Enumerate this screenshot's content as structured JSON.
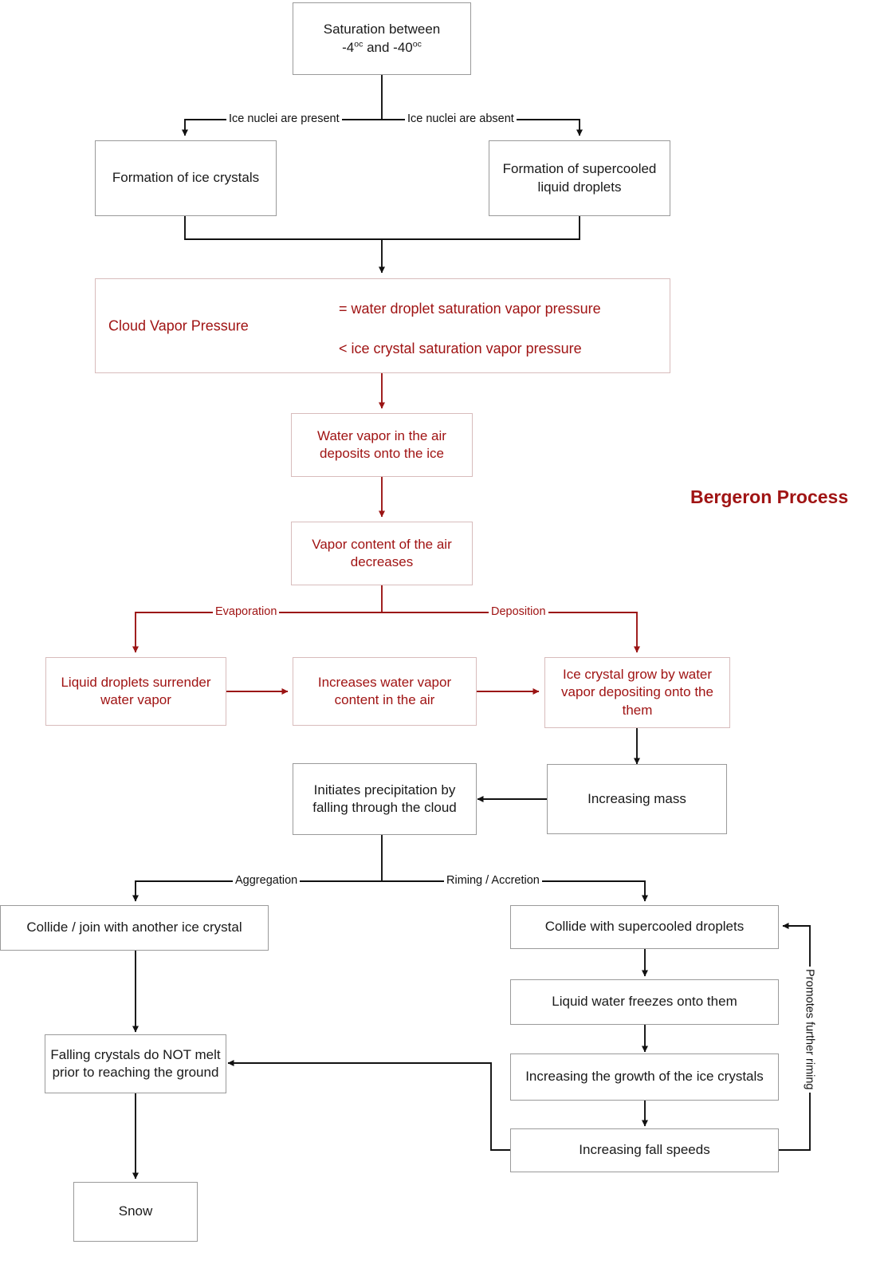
{
  "title": "Bergeron Process",
  "colors": {
    "red_text": "#a01414",
    "red_border": "#d8bcbc",
    "black_text": "#1a1a1a",
    "black_border": "#9a9a9a",
    "background": "#ffffff"
  },
  "nodes": {
    "saturation": {
      "line1": "Saturation between",
      "line2_pre": "-4",
      "line2_sup1": "oc",
      "line2_mid": " and -40",
      "line2_sup2": "oc"
    },
    "ice_crystals": "Formation of ice crystals",
    "supercooled_droplets": "Formation of supercooled liquid droplets",
    "cloud_vapor_pressure": {
      "label": "Cloud Vapor Pressure",
      "line1": "=  water droplet saturation vapor pressure",
      "line2": "<  ice crystal saturation vapor pressure"
    },
    "water_vapor_deposits": "Water vapor in the air deposits onto the ice",
    "vapor_content_decreases": "Vapor content of the air decreases",
    "liquid_droplets_surrender": "Liquid droplets surrender water vapor",
    "increases_water_vapor": "Increases water vapor content in the air",
    "ice_crystal_grow": "Ice crystal grow by water vapor depositing onto the them",
    "increasing_mass": "Increasing mass",
    "initiates_precipitation": "Initiates precipitation by falling through the cloud",
    "collide_ice_crystal": "Collide / join with another ice crystal",
    "collide_supercooled": "Collide with supercooled droplets",
    "liquid_water_freezes": "Liquid water freezes onto them",
    "increasing_growth": "Increasing the growth of the ice crystals",
    "increasing_fall_speeds": "Increasing fall speeds",
    "falling_crystals": "Falling crystals do NOT melt prior to reaching the ground",
    "snow": "Snow"
  },
  "edge_labels": {
    "ice_nuclei_present": "Ice nuclei are present",
    "ice_nuclei_absent": "Ice nuclei are absent",
    "evaporation": "Evaporation",
    "deposition": "Deposition",
    "aggregation": "Aggregation",
    "riming_accretion": "Riming / Accretion",
    "promotes_further_riming": "Promotes further riming"
  }
}
